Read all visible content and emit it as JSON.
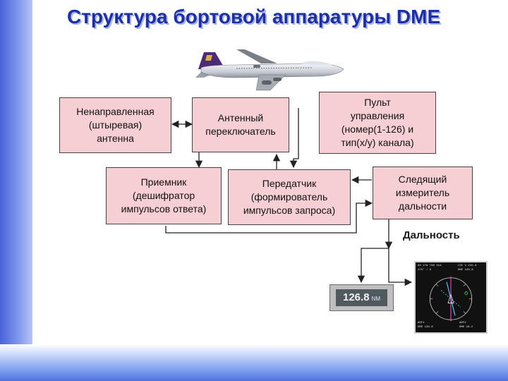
{
  "title": "Структура бортовой аппаратуры DME",
  "boxes": {
    "antenna": "Ненаправленная\n(штыревая)\nантенна",
    "switch": "Антенный\nпереключатель",
    "control_panel": "Пульт\nуправления\n(номер(1-126) и\nтип(x/y) канала)",
    "receiver": "Приемник\n(дешифратор\nимпульсов ответа)",
    "transmitter": "Передатчик\n(формирователь\nимпульсов запроса)",
    "tracker": "Следящий\nизмеритель\nдальности"
  },
  "output_label": "Дальность",
  "dme_display": {
    "value": "126.8",
    "unit": "NM"
  },
  "nav_display": {
    "top_left_1": "GS 179 TAS 314",
    "top_left_2": "170° / 9",
    "top_right_1": "LOC 1 215.3",
    "top_right_2": "DME 126.8",
    "bottom_left_1": "ADF1",
    "bottom_left_2": "DME 126.8",
    "bottom_right_1": "ADF2",
    "bottom_right_2": "DME 18.2"
  },
  "colors": {
    "title": "#1b2faa",
    "box_fill": "#f6cfd4",
    "side_bar": "#4a64d8"
  }
}
